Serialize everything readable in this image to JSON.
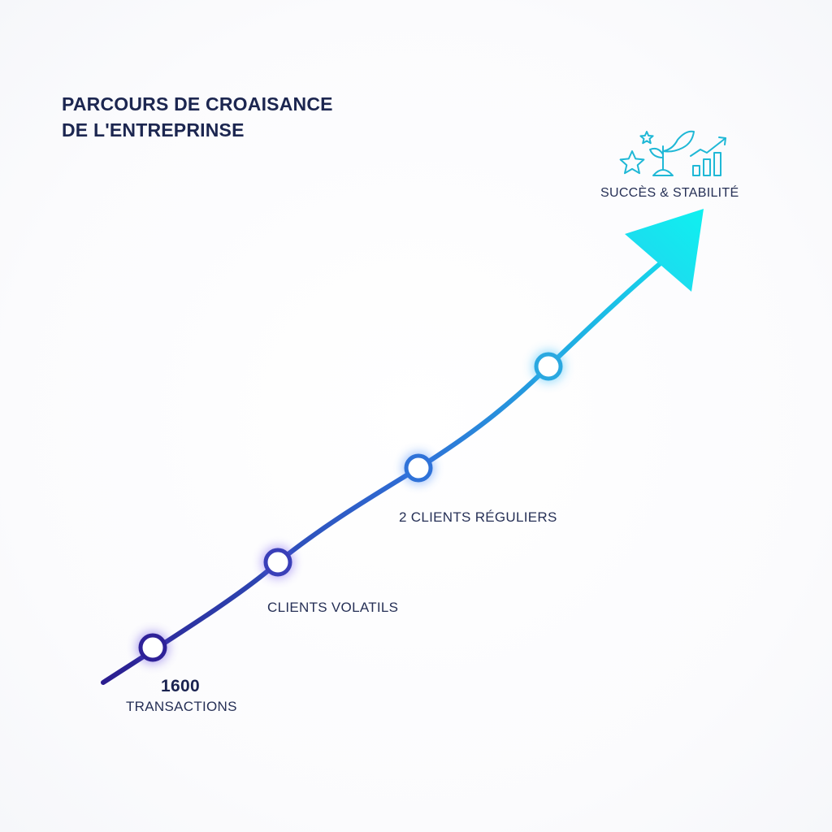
{
  "title": {
    "line1": "PARCOURS DE CROAISANCE",
    "line2": "DE L'ENTREPRINSE"
  },
  "milestones": [
    {
      "id": "start",
      "value": "1600",
      "label": "TRANSACTIONS"
    },
    {
      "id": "volatile",
      "label": "CLIENTS VOLATILS"
    },
    {
      "id": "regular",
      "label": "2 CLIENTS RÉGULIERS"
    },
    {
      "id": "unlabeled",
      "label": ""
    }
  ],
  "goal": {
    "label": "SUCCÈS & STABILITÉ",
    "icons": [
      "star-icon",
      "small-star-icon",
      "sprout-icon",
      "growth-chart-icon"
    ]
  },
  "colors": {
    "path_start": "#2b1d8f",
    "path_mid": "#2f6fd6",
    "path_end": "#12e6ee",
    "node_fill": "#ffffff",
    "title": "#1c2650",
    "icon": "#1fb8d6"
  }
}
